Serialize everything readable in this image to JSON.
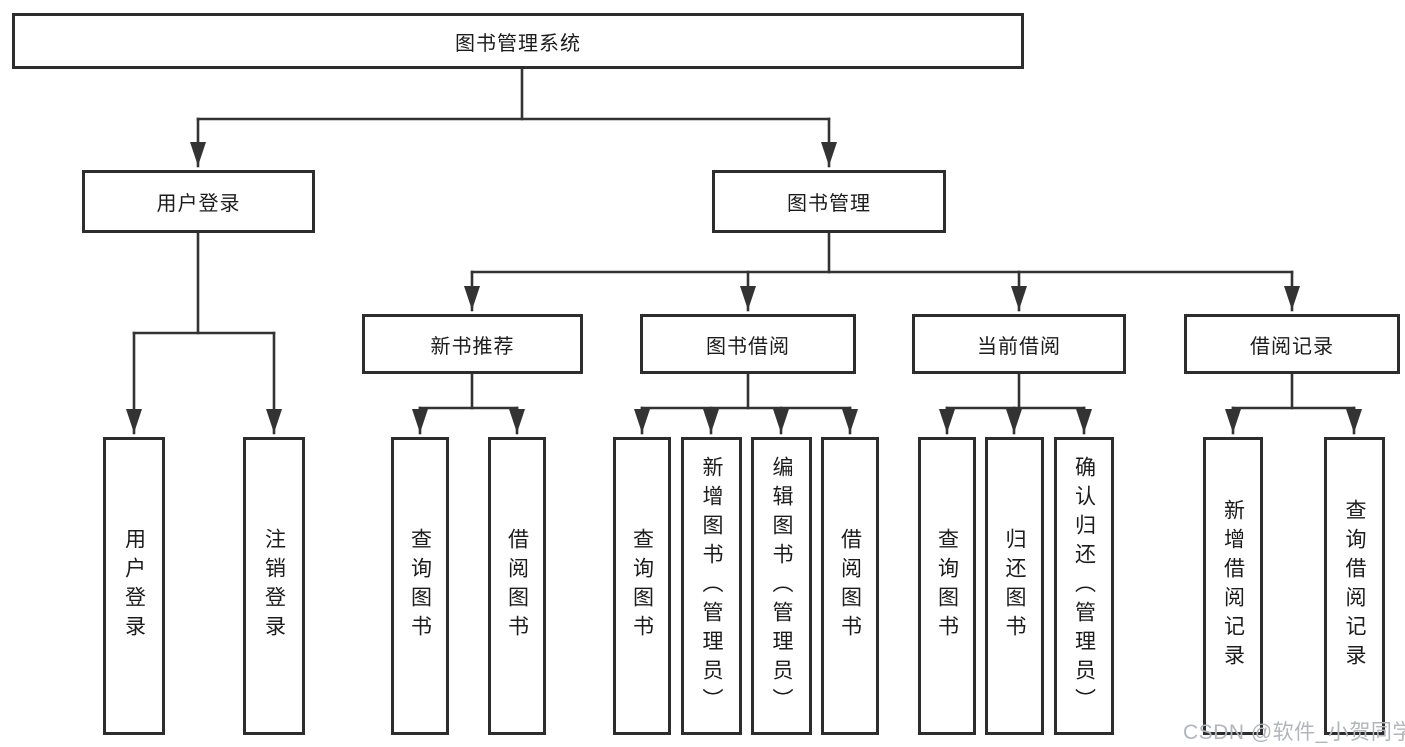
{
  "diagram_title": "图书管理系统",
  "tree": {
    "label": "图书管理系统",
    "children": [
      {
        "label": "用户登录",
        "children": [
          {
            "label": "用户登录"
          },
          {
            "label": "注销登录"
          }
        ]
      },
      {
        "label": "图书管理",
        "children": [
          {
            "label": "新书推荐",
            "children": [
              {
                "label": "查询图书"
              },
              {
                "label": "借阅图书"
              }
            ]
          },
          {
            "label": "图书借阅",
            "children": [
              {
                "label": "查询图书"
              },
              {
                "label": "新增图书（管理员）"
              },
              {
                "label": "编辑图书（管理员）"
              },
              {
                "label": "借阅图书"
              }
            ]
          },
          {
            "label": "当前借阅",
            "children": [
              {
                "label": "查询图书"
              },
              {
                "label": "归还图书"
              },
              {
                "label": "确认归还（管理员）"
              }
            ]
          },
          {
            "label": "借阅记录",
            "children": [
              {
                "label": "新增借阅记录"
              },
              {
                "label": "查询借阅记录"
              }
            ]
          }
        ]
      }
    ]
  },
  "watermark": {
    "text": "CSDN @软件_小贺同学"
  },
  "colors": {
    "background": "#ffffff",
    "line": "#333333",
    "box_border": "#2d2d2d",
    "text": "#1c1c1c",
    "watermark_gray": "#b2b5ba"
  }
}
